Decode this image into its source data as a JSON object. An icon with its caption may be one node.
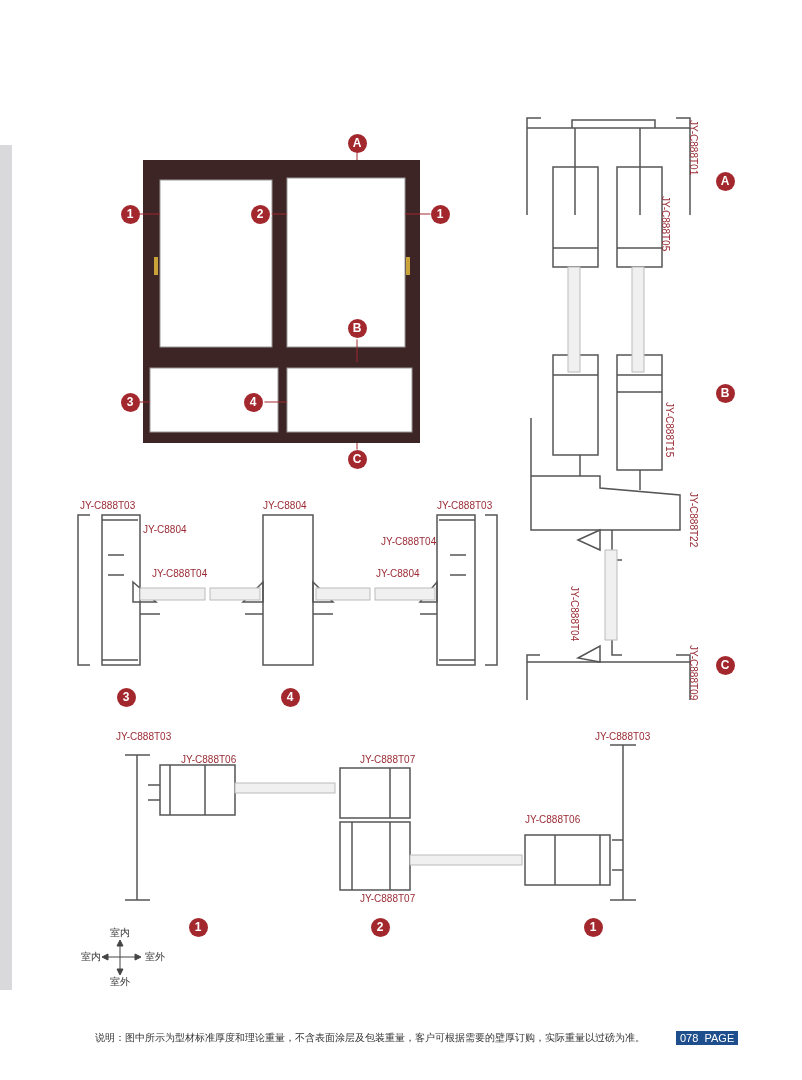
{
  "diagram": {
    "nodes": [
      {
        "text": [
          "A"
        ]
      },
      {
        "text": [
          "1"
        ]
      },
      {
        "text": [
          "2"
        ],
        "in": 16
      },
      {
        "text": [
          "1"
        ]
      },
      {
        "text": [
          "B"
        ],
        "in": 16
      },
      {
        "text": [
          "3"
        ]
      },
      {
        "text": [
          "4"
        ],
        "in": 16
      },
      {
        "text": [
          "C"
        ]
      },
      {
        "text": [
          "A"
        ]
      },
      {
        "text": [
          "B"
        ]
      },
      {
        "text": [
          "3"
        ]
      },
      {
        "text": [
          "4"
        ]
      },
      {
        "text": [
          "C"
        ]
      },
      {
        "text": [
          "1"
        ]
      },
      {
        "text": [
          "2"
        ]
      },
      {
        "text": [
          "1"
        ]
      },
      {
        "text": [],
        "shape": "picture"
      }
    ],
    "edges": [
      {
        "from": 0,
        "to": 16,
        "arrow": "none"
      },
      {
        "from": 1,
        "to": 16,
        "arrow": "none"
      },
      {
        "from": 2,
        "to": 16,
        "arrow": "none"
      },
      {
        "from": 3,
        "to": 16,
        "arrow": "none"
      },
      {
        "from": 4,
        "to": 16,
        "arrow": "none"
      },
      {
        "from": 5,
        "to": 16,
        "arrow": "none"
      },
      {
        "from": 6,
        "to": 16,
        "arrow": "none"
      },
      {
        "from": 7,
        "to": 16,
        "arrow": "none"
      }
    ],
    "labels": [
      "JY-C888T01",
      "JY-C888T05",
      "JY-C888T15",
      "JY-C888T22",
      "JY-C888T04",
      "JY-C888T09",
      "JY-C888T03",
      "JY-C8804",
      "JY-C888T03",
      "JY-C8804",
      "JY-C888T04",
      "JY-C888T04",
      "JY-C8804",
      "JY-C888T03",
      "JY-C888T03",
      "JY-C888T06",
      "JY-C888T07",
      "JY-C888T06",
      "JY-C888T07",
      "室内",
      "室内",
      "室外",
      "室外",
      "说明：图中所示为型材标准厚度和理论重量，不含表面涂层及包装重量，客户可根据需要的壁厚订购，实际重量以过磅为准。",
      "078  PAGE"
    ]
  }
}
